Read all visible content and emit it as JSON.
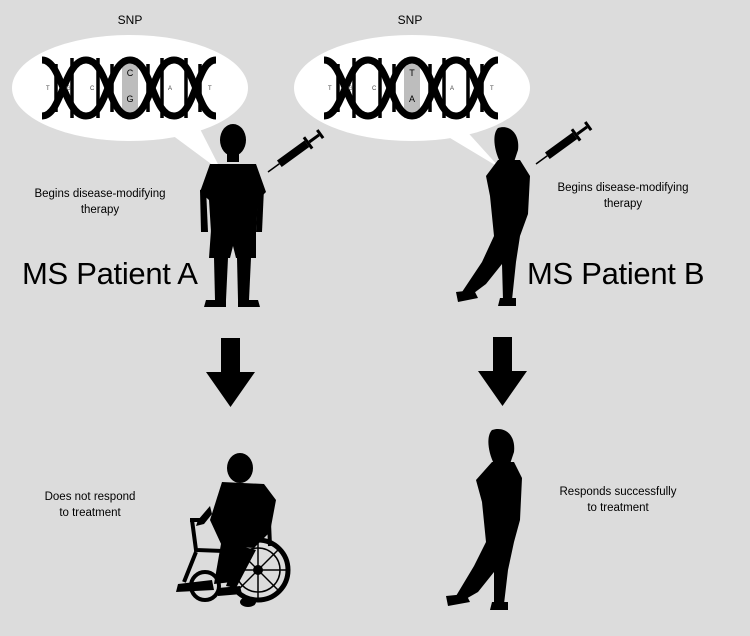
{
  "patient_a": {
    "snp_label": "SNP",
    "name": "MS Patient A",
    "therapy_note_line1": "Begins disease-modifying",
    "therapy_note_line2": "therapy",
    "outcome_line1": "Does not respond",
    "outcome_line2": "to treatment",
    "snp_bases": [
      "C",
      "G"
    ],
    "dna_bases": [
      "T",
      "G",
      "C",
      "A",
      "T"
    ]
  },
  "patient_b": {
    "snp_label": "SNP",
    "name": "MS Patient B",
    "therapy_note_line1": "Begins disease-modifying",
    "therapy_note_line2": "therapy",
    "outcome_line1": "Responds successfully",
    "outcome_line2": "to treatment",
    "snp_bases": [
      "T",
      "A"
    ],
    "dna_bases": [
      "T",
      "G",
      "C",
      "A",
      "T"
    ]
  },
  "colors": {
    "background": "#dcdcdc",
    "figure": "#000000",
    "speech_bubble": "#ffffff",
    "snp_highlight": "#bdbdbd"
  }
}
